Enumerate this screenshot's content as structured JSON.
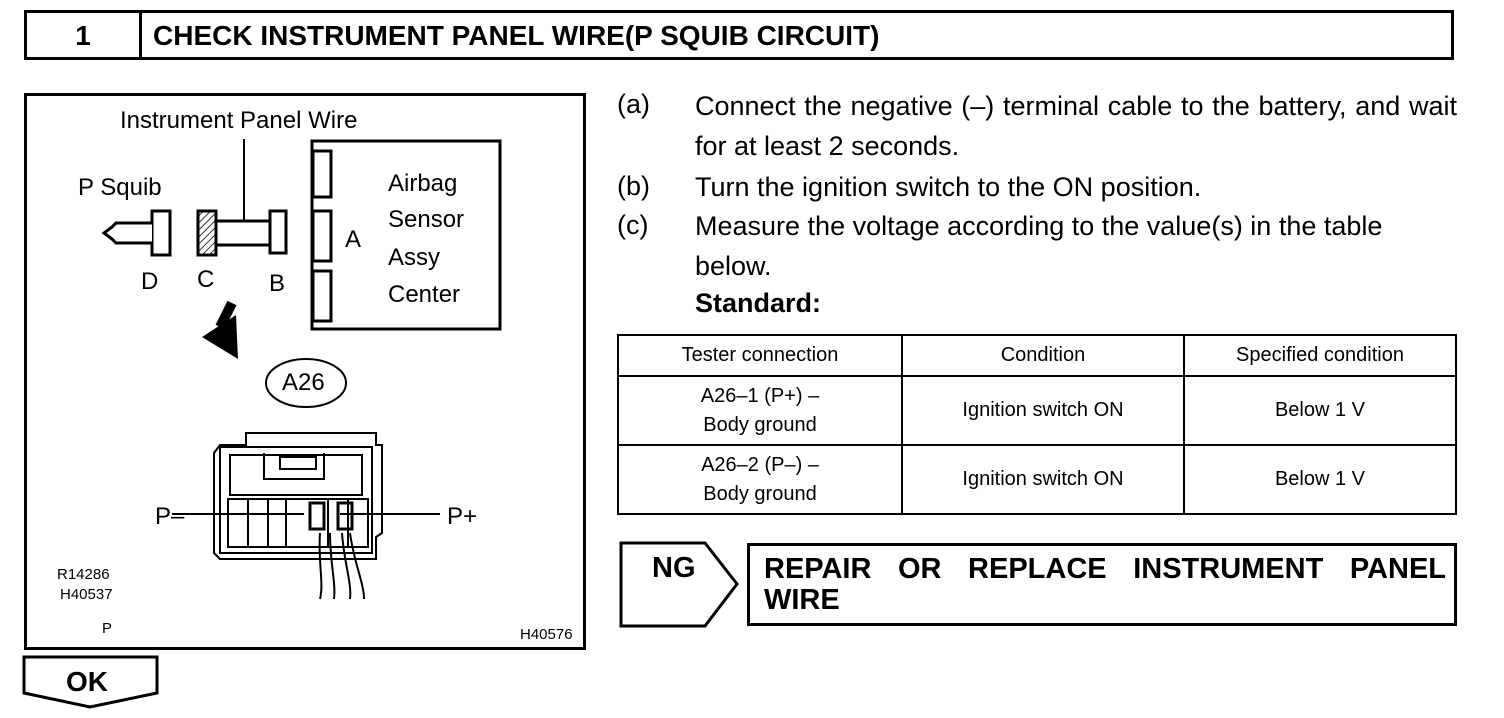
{
  "header": {
    "number": "1",
    "title": "CHECK INSTRUMENT PANEL WIRE(P SQUIB CIRCUIT)"
  },
  "figure": {
    "instrument_panel_wire": "Instrument Panel Wire",
    "p_squib": "P Squib",
    "airbag_sensor_lines": [
      "Airbag",
      "Sensor",
      "Assy",
      "Center"
    ],
    "conn_a": "A",
    "conn_b": "B",
    "conn_c": "C",
    "conn_d": "D",
    "connector_id": "A26",
    "pin_minus": "P–",
    "pin_plus": "P+",
    "codes": [
      "R14286",
      "H40537"
    ],
    "code_p": "P",
    "figure_code": "H40576"
  },
  "steps": [
    {
      "letter": "(a)",
      "text": "Connect the negative (–) terminal cable to the battery, and wait for at least 2 seconds."
    },
    {
      "letter": "(b)",
      "text": "Turn the ignition switch to the ON position."
    },
    {
      "letter": "(c)",
      "text": "Measure the voltage according to the value(s) in the table below."
    }
  ],
  "standard_label": "Standard:",
  "table": {
    "headers": [
      "Tester connection",
      "Condition",
      "Specified condition"
    ],
    "rows": [
      {
        "conn1": "A26–1 (P+) –",
        "conn2": "Body ground",
        "condition": "Ignition switch ON",
        "spec": "Below 1 V"
      },
      {
        "conn1": "A26–2 (P–) –",
        "conn2": "Body ground",
        "condition": "Ignition switch ON",
        "spec": "Below 1 V"
      }
    ]
  },
  "ng": {
    "label": "NG",
    "result_line1": "REPAIR OR REPLACE INSTRUMENT PANEL",
    "result_line2": "WIRE"
  },
  "ok": {
    "label": "OK"
  }
}
